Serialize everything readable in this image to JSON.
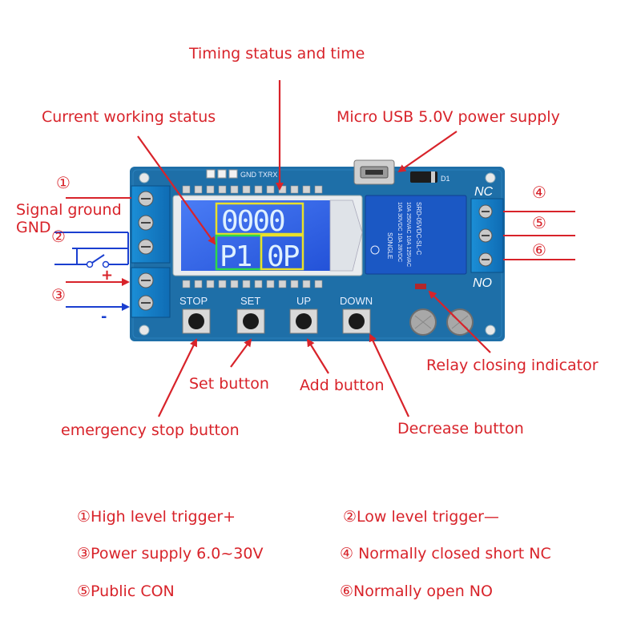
{
  "annotations": {
    "timing_status": "Timing status and time",
    "current_status": "Current working status",
    "micro_usb": "Micro USB 5.0V power supply",
    "signal_ground": "Signal ground",
    "gnd": "GND",
    "relay_indicator": "Relay closing indicator",
    "set_button": "Set button",
    "add_button": "Add button",
    "emergency_stop": "emergency stop button",
    "decrease_button": "Decrease button"
  },
  "terminal_markers": {
    "left": [
      "①",
      "②",
      "③"
    ],
    "right": [
      "④",
      "⑤",
      "⑥"
    ],
    "plus": "+",
    "minus": "-"
  },
  "board": {
    "silk_header": "GND TXRX",
    "silk_d1": "D1",
    "nc": "NC",
    "no": "NO",
    "buttons": [
      "STOP",
      "SET",
      "UP",
      "DOWN"
    ],
    "lcd_top": "0000",
    "lcd_bottom": "P1 0P",
    "relay_text": [
      "SRD-05VDC-SL-C",
      "10A 250VAC 10A 125VAC",
      "10A 30VDC 10A 28VDC",
      "SONGLE"
    ]
  },
  "legend": [
    {
      "num": "①",
      "text": "High level trigger+"
    },
    {
      "num": "②",
      "text": "Low level trigger—"
    },
    {
      "num": "③",
      "text": "Power supply 6.0~30V"
    },
    {
      "num": "④",
      "text": " Normally closed short NC"
    },
    {
      "num": "⑤",
      "text": "Public CON"
    },
    {
      "num": "⑥",
      "text": "Normally open NO"
    }
  ],
  "colors": {
    "annotation_red": "#d8232a",
    "board_blue": "#1e6fa8",
    "wire_blue": "#1a3fd0",
    "lcd_blue": "#2c63e8"
  }
}
